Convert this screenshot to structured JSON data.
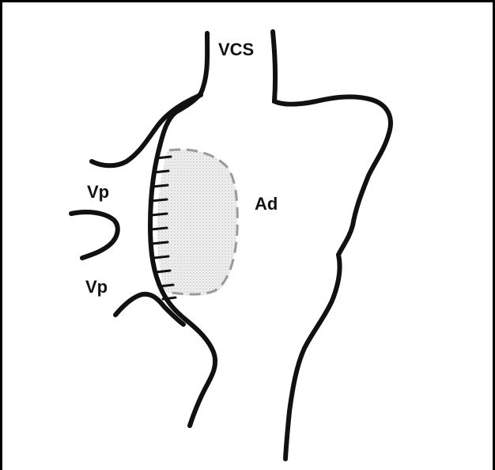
{
  "labels": {
    "vcs": "VCS",
    "vp_upper": "Vp",
    "vp_lower": "Vp",
    "ad": "Ad"
  },
  "colors": {
    "outline": "#111111",
    "patch_fill": "#d9d9d9",
    "patch_border": "#9a9a9a",
    "border": "#000000"
  }
}
